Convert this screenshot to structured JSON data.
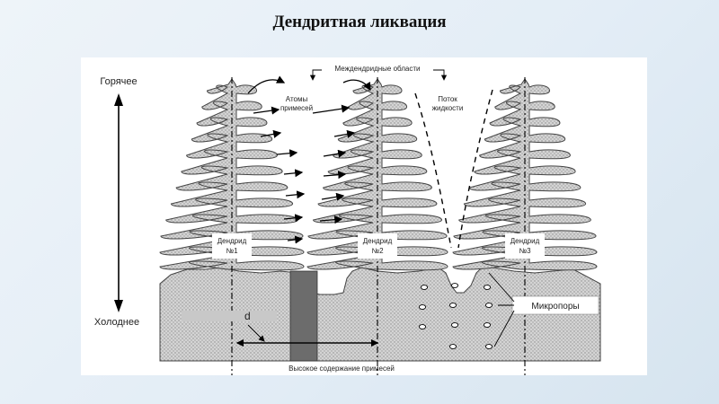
{
  "title": "Дендритная ликвация",
  "labels": {
    "hot": "Горячее",
    "cold": "Холоднее",
    "interdendritic": "Междендридные области",
    "atoms_line1": "Атомы",
    "atoms_line2": "примесей",
    "flow_line1": "Поток",
    "flow_line2": "жидкости",
    "dendrite1_line1": "Дендрид",
    "dendrite1_line2": "№1",
    "dendrite2_line1": "Дендрид",
    "dendrite2_line2": "№2",
    "dendrite3_line1": "Дендрид",
    "dendrite3_line2": "№3",
    "micropores": "Микропоры",
    "d_label": "d",
    "high_impurity": "Высокое содержание примесей"
  }
}
